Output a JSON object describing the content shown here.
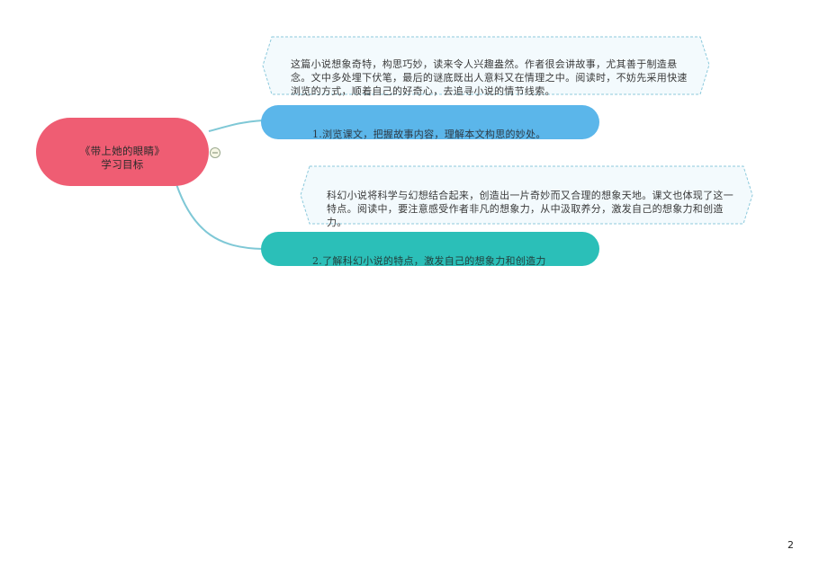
{
  "root": {
    "title": "《带上她的眼睛》",
    "subtitle": "学习目标",
    "color": "#ef5d73"
  },
  "branches": [
    {
      "label": "1.浏览课文，把握故事内容，理解本文构思的妙处。",
      "color": "#5bb6ea",
      "note": "这篇小说想象奇特，构思巧妙，读来令人兴趣盎然。作者很会讲故事，尤其善于制造悬念。文中多处埋下伏笔，最后的谜底既出人意料又在情理之中。阅读时，不妨先采用快速浏览的方式，顺着自己的好奇心，去追寻小说的情节线索。"
    },
    {
      "label": "2.了解科幻小说的特点，激发自己的想象力和创造力",
      "color": "#2bbfb8",
      "note": "科幻小说将科学与幻想结合起来，创造出一片奇妙而又合理的想象天地。课文也体现了这一特点。阅读中，要注意感受作者非凡的想象力，从中汲取养分，激发自己的想象力和创造力。"
    }
  ],
  "collapse_icon": "minus-circle-icon",
  "page_number": "2"
}
